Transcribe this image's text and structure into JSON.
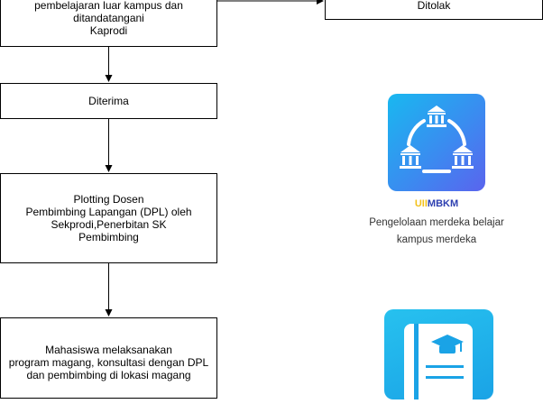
{
  "flowchart": {
    "box_top_text": "pembelajaran luar kampus dan\nditandatangani\nKaprodi",
    "box_ditolak_text": "Ditolak",
    "box_diterima_text": "Diterima",
    "box_plotting_text": "Plotting Dosen\nPembimbing Lapangan (DPL) oleh\nSekprodi,Penerbitan SK\nPembimbing",
    "box_mahasiswa_text": "Mahasiswa melaksanakan\nprogram magang, konsultasi dengan DPL\ndan pembimbing di lokasi magang"
  },
  "app_card": {
    "name_part1": "UII",
    "name_part2": "MBKM",
    "description": "Pengelolaan merdeka belajar\nkampus merdeka",
    "icon": "university-network-icon",
    "gradient_colors": [
      "#19b8f0",
      "#5a64ee"
    ]
  },
  "second_app": {
    "icon": "book-graduation-cap-icon",
    "color": "#1aa3e6"
  }
}
